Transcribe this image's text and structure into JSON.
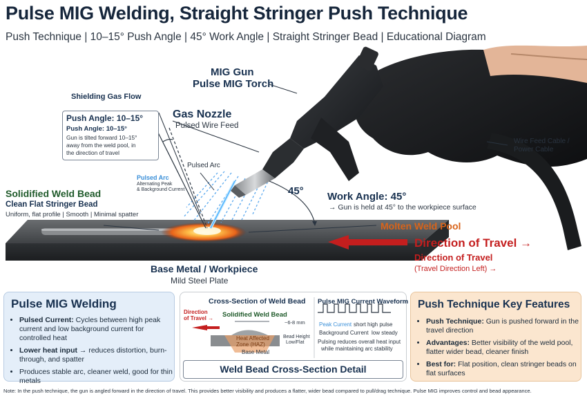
{
  "header": {
    "title": "Pulse MIG Welding, Straight Stringer Push Technique",
    "subtitle": "Push Technique | 10–15° Push Angle | 45° Work Angle | Straight Stringer Bead | Educational Diagram"
  },
  "labels": {
    "mig_gun": "MIG Gun",
    "mig_torch": "Pulse MIG Torch",
    "shielding_gas": "Shielding Gas Flow",
    "gas_nozzle": "Gas Nozzle",
    "pulsed_wire": "Pulsed Wire Feed",
    "pulsed_arc_top": "Pulsed Arc",
    "pulsed_arc_blue": "Pulsed Arc",
    "alt_peak": "Alternating Peak",
    "bg_current": "& Background Current",
    "angle_45": "45°",
    "work_angle_title": "Work Angle: 45°",
    "work_angle_desc": "→ Gun is held at 45° to the workpiece surface",
    "wire_cable_1": "Wire Feed Cable /",
    "wire_cable_2": "Power Cable",
    "solid_bead": "Solidified Weld Bead",
    "clean_flat": "Clean Flat Stringer Bead",
    "uniform": "Uniform, flat profile | Smooth | Minimal spatter",
    "molten_pool": "Molten Weld Pool",
    "direction_big": "Direction of Travel →",
    "direction_sub": "Direction of Travel",
    "direction_left": "(Travel Direction Left) →",
    "base_metal": "Base Metal / Workpiece",
    "mild_steel": "Mild Steel Plate"
  },
  "push_box": {
    "heading": "Push Angle: 10–15°",
    "sub": "Push Angle: 10–15°",
    "line1": "Gun is tilted forward 10–15°",
    "line2": "away from the weld pool, in",
    "line3": "the direction of travel"
  },
  "pulse_panel": {
    "title": "Pulse MIG Welding",
    "items": [
      {
        "bold": "Pulsed Current:",
        "text": " Cycles between high peak current and low background current for controlled heat"
      },
      {
        "bold": "Lower heat input",
        "text": " → reduces distortion, burn-through, and spatter"
      },
      {
        "bold": "",
        "text": "Produces stable arc, cleaner weld, good for thin metals"
      }
    ]
  },
  "cross_section": {
    "title": "Cross-Section of Weld Bead",
    "direction1": "Direction",
    "direction2": "of Travel →",
    "bead": "Solidified Weld Bead",
    "width": "~6-8 mm",
    "haz1": "Heat Affected",
    "haz2": "Zone (HAZ)",
    "bead_h1": "Bead Height",
    "bead_h2": "Low/Flat",
    "base": "Base Metal",
    "footer": "Weld Bead Cross-Section Detail"
  },
  "waveform": {
    "title": "Pulse MIG Current Waveform",
    "peak": "Peak Current",
    "peak_desc": "short high pulse",
    "background": "Background Current",
    "background_desc": "low steady",
    "note1": "Pulsing reduces overall heat input",
    "note2": "while maintaining arc stability"
  },
  "push_panel": {
    "title": "Push Technique Key Features",
    "items": [
      {
        "bold": "Push Technique:",
        "text": " Gun is pushed forward in the travel direction"
      },
      {
        "bold": "Advantages:",
        "text": " Better visibility of the weld pool, flatter wider bead, cleaner finish"
      },
      {
        "bold": "Best for:",
        "text": " Flat position, clean stringer beads on flat surfaces"
      }
    ]
  },
  "note": "Note: In the push technique, the gun is angled forward in the direction of travel. This provides better visibility and produces a flatter, wider bead compared to pull/drag technique. Pulse MIG improves control and bead appearance.",
  "colors": {
    "navy": "#17304f",
    "orange": "#d9641a",
    "red": "#c41e1e",
    "blue": "#3a8fd8",
    "green": "#1f5a2a"
  }
}
